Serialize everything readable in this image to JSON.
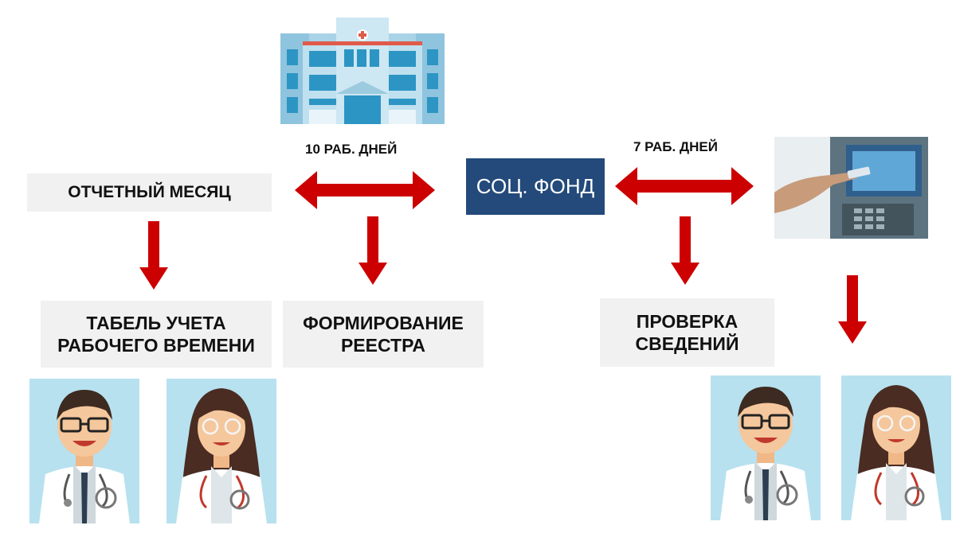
{
  "labels": {
    "days_left": "10 РАБ. ДНЕЙ",
    "days_right": "7 РАБ. ДНЕЙ"
  },
  "boxes": {
    "reporting_month": "ОТЧЕТНЫЙ МЕСЯЦ",
    "fund": "СОЦ. ФОНД",
    "timesheet_line1": "ТАБЕЛЬ УЧЕТА",
    "timesheet_line2": "РАБОЧЕГО ВРЕМЕНИ",
    "register_line1": "ФОРМИРОВАНИЕ",
    "register_line2": "РЕЕСТРА",
    "check_line1": "ПРОВЕРКА",
    "check_line2": "СВЕДЕНИЙ"
  },
  "colors": {
    "arrow": "#cc0000",
    "fund_box": "#234a7a",
    "label_box": "#f1f1f1",
    "portrait_bg": "#b7e1ef"
  },
  "icons": [
    "hospital-icon",
    "atm-card-photo",
    "male-doctor-icon",
    "female-doctor-icon"
  ]
}
